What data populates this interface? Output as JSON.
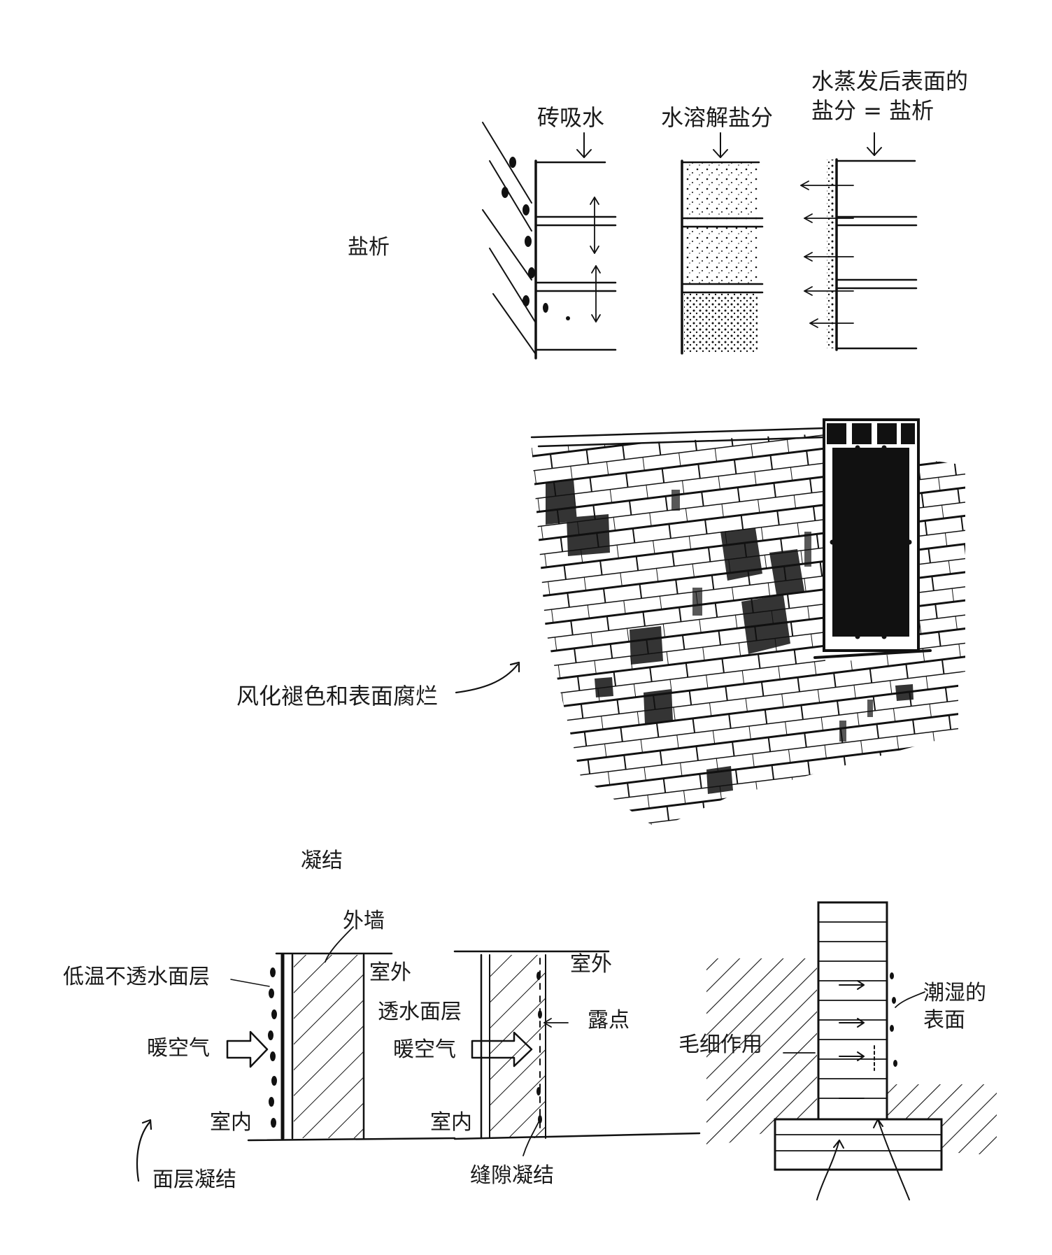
{
  "efflorescence": {
    "title": "盐析",
    "steps": [
      "砖吸水",
      "水溶解盐分",
      "水蒸发后表面的盐分 = 盐析"
    ]
  },
  "weathering": {
    "caption": "风化褪色和表面腐烂"
  },
  "condensation": {
    "title": "凝结",
    "surface": {
      "exterior_wall": "外墙",
      "impermeable_layer": "低温不透水面层",
      "outdoor": "室外",
      "warm_air": "暖空气",
      "indoor": "室内",
      "caption": "面层凝结"
    },
    "interstitial": {
      "outdoor": "室外",
      "permeable_layer": "透水面层",
      "dew_point": "露点",
      "warm_air": "暖空气",
      "indoor": "室内",
      "caption": "缝隙凝结"
    },
    "capillary": {
      "damp_surface": "潮湿的表面",
      "capillary_action": "毛细作用"
    }
  }
}
